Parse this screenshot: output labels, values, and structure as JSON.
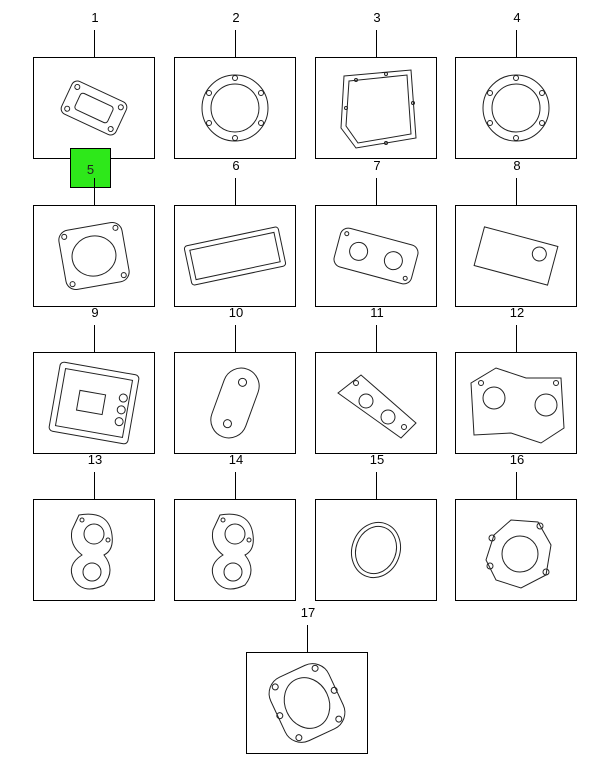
{
  "parts": [
    {
      "number": "1",
      "shape": "rect-gasket-window"
    },
    {
      "number": "2",
      "shape": "round-flange"
    },
    {
      "number": "3",
      "shape": "pan-gasket"
    },
    {
      "number": "4",
      "shape": "round-flange"
    },
    {
      "number": "5",
      "shape": "rounded-square-gasket",
      "highlighted": true
    },
    {
      "number": "6",
      "shape": "long-rect-gasket"
    },
    {
      "number": "7",
      "shape": "valve-plate-gasket"
    },
    {
      "number": "8",
      "shape": "plate-one-hole"
    },
    {
      "number": "9",
      "shape": "cover-gasket"
    },
    {
      "number": "10",
      "shape": "oval-plate"
    },
    {
      "number": "11",
      "shape": "triangular-gasket"
    },
    {
      "number": "12",
      "shape": "double-port-gasket"
    },
    {
      "number": "13",
      "shape": "figure-eight-gasket"
    },
    {
      "number": "14",
      "shape": "figure-eight-gasket"
    },
    {
      "number": "15",
      "shape": "o-ring"
    },
    {
      "number": "16",
      "shape": "lobed-flange"
    },
    {
      "number": "17",
      "shape": "hex-flange"
    }
  ],
  "highlight_color": "#2ee81a"
}
